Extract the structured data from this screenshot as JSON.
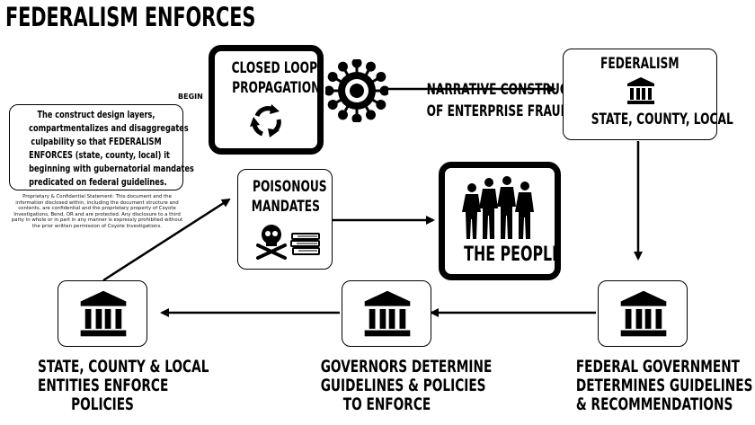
{
  "title": "FEDERALISM ENFORCES",
  "begin_label": "BEGIN",
  "note": {
    "lines": [
      "The construct design layers,",
      "compartmentalizes and disaggregates",
      "culpability so that FEDERALISM",
      "ENFORCES (state, county, local) it",
      "beginning with gubernatorial mandates",
      "predicated on federal guidelines."
    ],
    "fine_print": "Proprietary & Confidential Statement: This document and the information disclosed within, including the document structure and contents, are confidential and the proprietary property of Coyote Investigations, Bend, OR and are protected. Any disclosure to a third party in whole or in part in any manner is expressly prohibited without the prior written permission of Coyote Investigations."
  },
  "closed_loop": {
    "line1": "CLOSED LOOP",
    "line2": "PROPAGATION"
  },
  "narrative": {
    "line1": "NARRATIVE CONSTRUCTED",
    "line2": "OF ENTERPRISE FRAUD"
  },
  "federalism_box": {
    "line1": "FEDERALISM",
    "line2": "STATE, COUNTY, LOCAL"
  },
  "poisonous": {
    "line1": "POISONOUS",
    "line2": "MANDATES"
  },
  "people": {
    "label": "THE PEOPLE"
  },
  "captions": {
    "left": [
      "STATE, COUNTY & LOCAL",
      "ENTITIES ENFORCE",
      "POLICIES"
    ],
    "middle": [
      "GOVERNORS DETERMINE",
      "GUIDELINES & POLICIES",
      "TO ENFORCE"
    ],
    "right": [
      "FEDERAL GOVERNMENT",
      "DETERMINES GUIDELINES",
      "& RECOMMENDATIONS"
    ]
  },
  "colors": {
    "ink": "#000000",
    "paper": "#ffffff"
  },
  "icons": [
    "government-building-icon",
    "recycle-arrows-icon",
    "virus-icon",
    "skull-crossbones-icon",
    "books-icon",
    "people-silhouettes-icon"
  ]
}
